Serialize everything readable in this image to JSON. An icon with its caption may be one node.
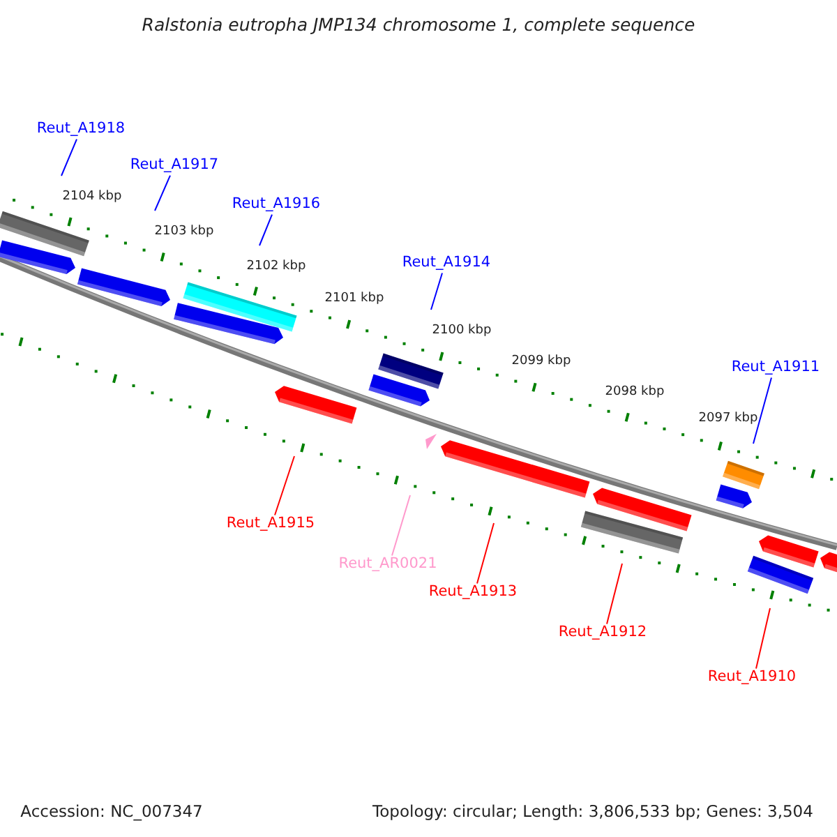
{
  "diagram": {
    "title": "Ralstonia eutropha JMP134 chromosome 1, complete sequence",
    "nodes": [
      {
        "text": [
          "Reut_A1918"
        ]
      },
      {
        "text": [
          "Reut_A1917"
        ]
      },
      {
        "text": [
          "Reut_A1916"
        ]
      },
      {
        "text": [
          "Reut_A1914"
        ]
      },
      {
        "text": [
          "Reut_A1911"
        ]
      },
      {
        "text": [
          "Reut_A1915"
        ]
      },
      {
        "text": [
          "Reut_AR0021"
        ]
      },
      {
        "text": [
          "Reut_A1913"
        ]
      },
      {
        "text": [
          "Reut_A1912"
        ]
      },
      {
        "text": [
          "Reut_A1910"
        ]
      }
    ],
    "edges": [
      {
        "from": 0,
        "to": null,
        "arrow": "none"
      },
      {
        "from": 1,
        "to": null,
        "arrow": "none"
      },
      {
        "from": 2,
        "to": null,
        "arrow": "none"
      },
      {
        "from": 3,
        "to": null,
        "arrow": "none"
      },
      {
        "from": 4,
        "to": null,
        "arrow": "none"
      },
      {
        "from": 5,
        "to": null,
        "arrow": "none",
        "color": "#ff0000"
      },
      {
        "from": 6,
        "to": null,
        "arrow": "none",
        "color": "#ff99cc"
      },
      {
        "from": 7,
        "to": null,
        "arrow": "none",
        "color": "#ff0000"
      },
      {
        "from": 8,
        "to": null,
        "arrow": "none",
        "color": "#ff0000"
      },
      {
        "from": 9,
        "to": null,
        "arrow": "none",
        "color": "#ff0000"
      }
    ],
    "labels": [
      "2104 kbp",
      "2103 kbp",
      "2102 kbp",
      "2101 kbp",
      "2100 kbp",
      "2099 kbp",
      "2098 kbp",
      "2097 kbp",
      "Accession: NC_007347",
      "Topology: circular; Length: 3,806,533 bp; Genes: 3,504"
    ]
  }
}
